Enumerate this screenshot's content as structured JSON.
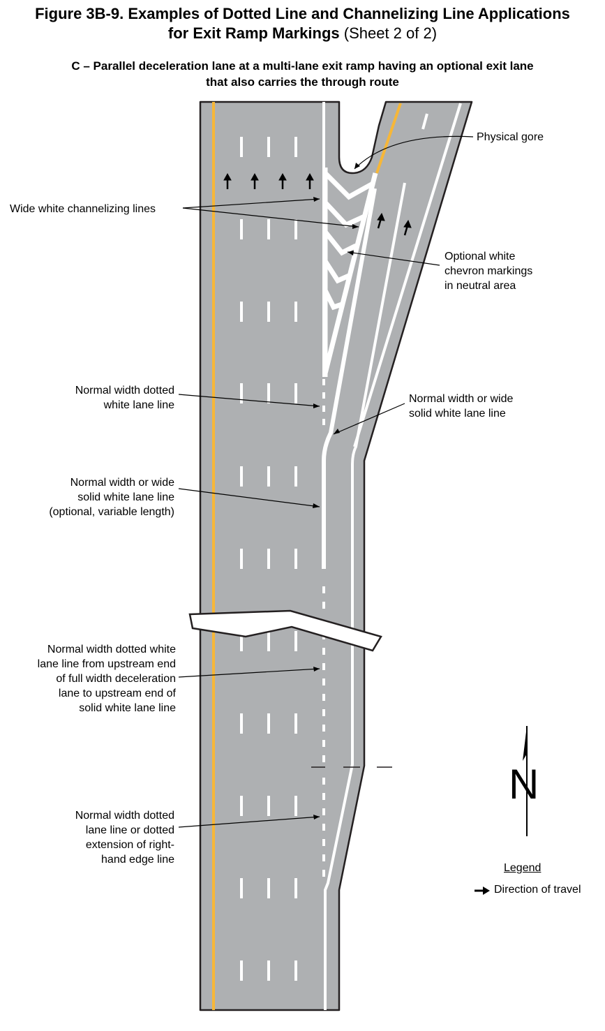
{
  "figure": {
    "title_line1": "Figure 3B-9.  Examples of Dotted Line and Channelizing Line Applications",
    "title_line2_bold": "for Exit Ramp Markings",
    "title_line2_plain": " (Sheet 2 of 2)"
  },
  "subtitle": {
    "line1": "C – Parallel deceleration lane at a multi-lane exit ramp having an optional exit lane",
    "line2": "that also carries the through route"
  },
  "labels": {
    "physical_gore": "Physical gore",
    "wide_channelizing": "Wide white channelizing lines",
    "chevron": [
      "Optional white",
      "chevron markings",
      "in neutral area"
    ],
    "dotted_normal": [
      "Normal width dotted",
      "white lane line"
    ],
    "solid_ramp": [
      "Normal width or wide",
      "solid white lane line"
    ],
    "solid_optional": [
      "Normal width or wide",
      "solid white lane line",
      "(optional, variable length)"
    ],
    "dotted_upstream": [
      "Normal width dotted white",
      "lane line from upstream end",
      "of full width deceleration",
      "lane to upstream end of",
      "solid white lane line"
    ],
    "dotted_edge": [
      "Normal width dotted",
      "lane line or dotted",
      "extension of right-",
      "hand edge line"
    ]
  },
  "north": {
    "letter": "N",
    "icon": "north-arrow-icon"
  },
  "legend": {
    "title": "Legend",
    "item": "Direction of travel",
    "icon": "direction-arrow-icon"
  },
  "colors": {
    "pavement": "#aeb0b2",
    "edge": "#231f20",
    "white_marking": "#ffffff",
    "yellow_marking": "#f7b738"
  }
}
